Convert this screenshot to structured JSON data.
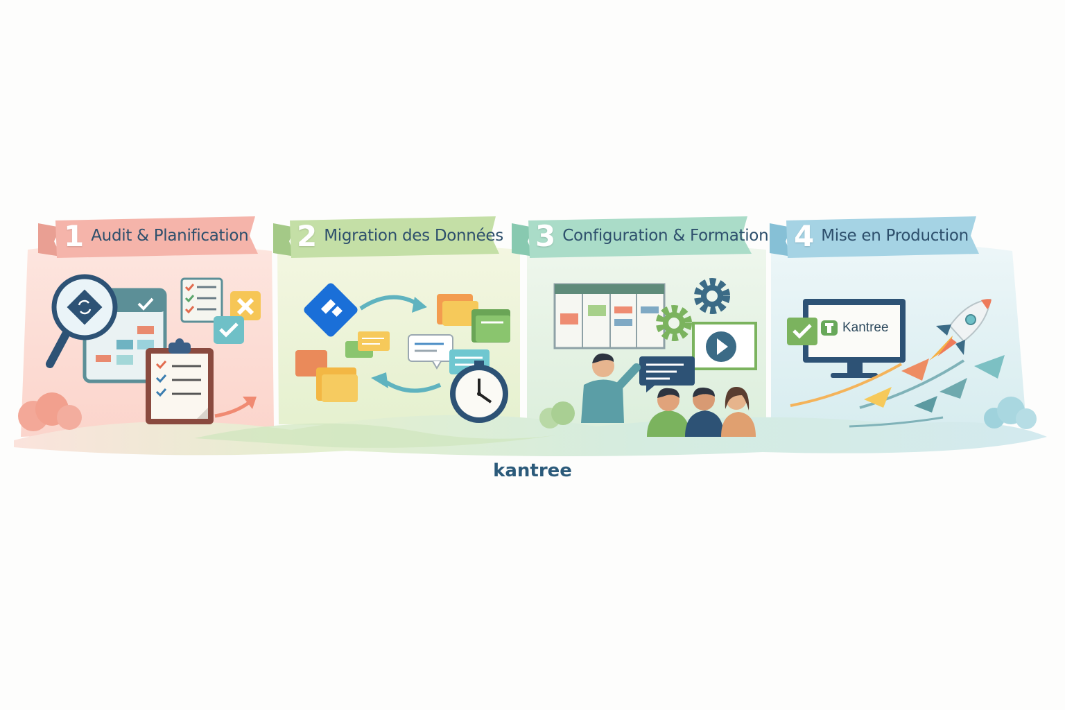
{
  "steps": [
    {
      "number": "1",
      "title": "Audit & Planification",
      "color": "#f3a99e"
    },
    {
      "number": "2",
      "title": "Migration des Données",
      "color": "#b8d79a"
    },
    {
      "number": "3",
      "title": "Configuration & Formation",
      "color": "#9fd6c2"
    },
    {
      "number": "4",
      "title": "Mise en Production",
      "color": "#9ccde0"
    }
  ],
  "monitor": {
    "label": "Kantree"
  },
  "footer": {
    "brand": "kantree"
  },
  "icons": {
    "step1": [
      "magnifying-glass-icon",
      "kanban-board-icon",
      "checklist-icon",
      "clipboard-icon",
      "puzzle-icon",
      "check-icon",
      "arrow-icon"
    ],
    "step2": [
      "trello-logo-icon",
      "folder-icon",
      "chat-bubble-icon",
      "clock-icon",
      "sync-arrow-icon"
    ],
    "step3": [
      "kanban-board-icon",
      "gear-icon",
      "video-play-icon",
      "presenter-icon",
      "people-icon",
      "speech-bubble-icon"
    ],
    "step4": [
      "monitor-icon",
      "check-icon",
      "kantree-logo-icon",
      "rocket-icon",
      "growth-arrows-icon"
    ]
  }
}
